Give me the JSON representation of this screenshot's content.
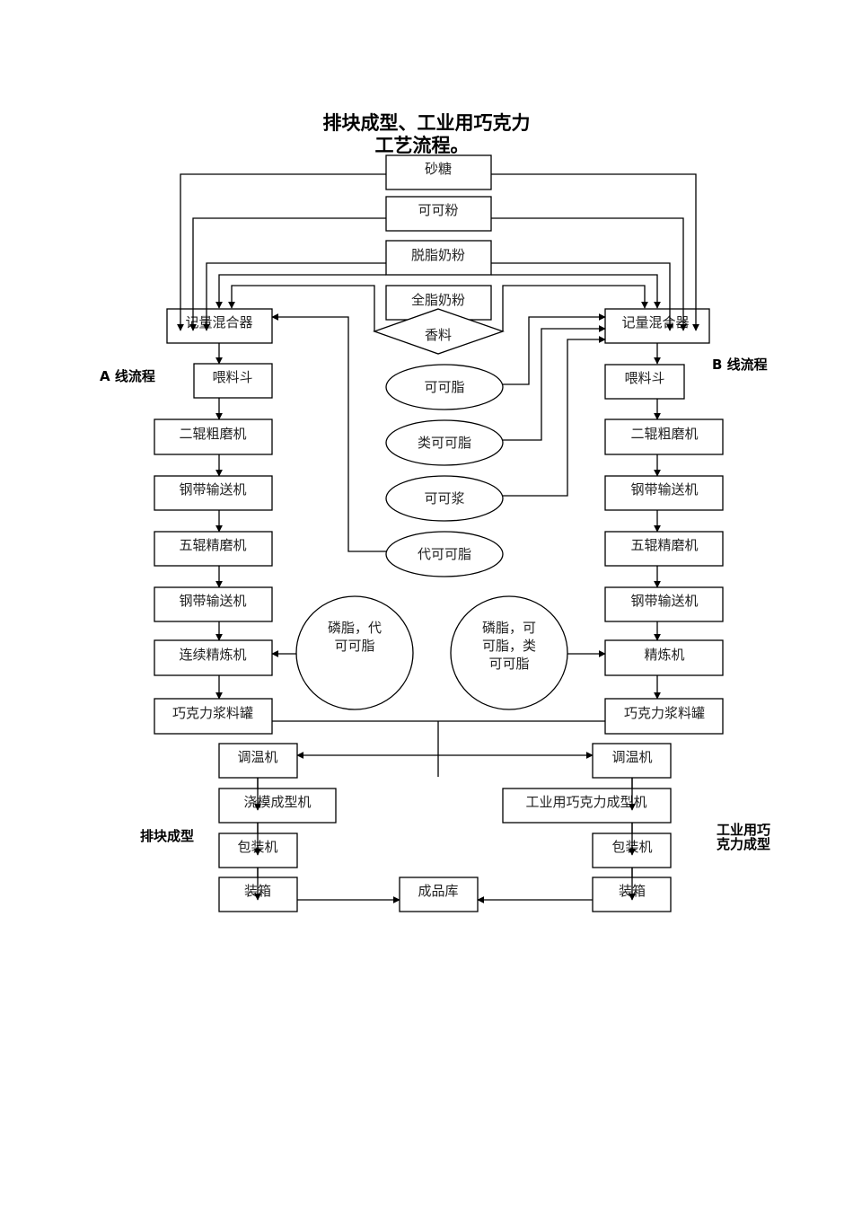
{
  "title": {
    "line1": "排块成型、工业用巧克力",
    "line2": "工艺流程。"
  },
  "side_labels": {
    "a_line": "A 线流程",
    "b_line": "B 线流程",
    "bar_forming": "排块成型",
    "industrial_forming_1": "工业用巧",
    "industrial_forming_2": "克力成型"
  },
  "raw_materials": [
    "砂糖",
    "可可粉",
    "脱脂奶粉",
    "全脂奶粉"
  ],
  "flavor": "香料",
  "fats": [
    "可可脂",
    "类可可脂",
    "可可浆",
    "代可可脂"
  ],
  "line_a": [
    "记量混合器",
    "喂料斗",
    "二辊粗磨机",
    "钢带输送机",
    "五辊精磨机",
    "钢带输送机",
    "连续精炼机",
    "巧克力浆料罐"
  ],
  "line_b": [
    "记量混合器",
    "喂料斗",
    "二辊粗磨机",
    "钢带输送机",
    "五辊精磨机",
    "钢带输送机",
    "精炼机",
    "巧克力浆料罐"
  ],
  "additive_a": {
    "line1": "磷脂，代",
    "line2": "可可脂"
  },
  "additive_b": {
    "line1": "磷脂，可",
    "line2": "可脂，类",
    "line3": "可可脂"
  },
  "forming_a": [
    "调温机",
    "浇模成型机",
    "包装机",
    "装箱"
  ],
  "forming_b": [
    "调温机",
    "工业用巧克力成型机",
    "包装机",
    "装箱"
  ],
  "warehouse": "成品库"
}
